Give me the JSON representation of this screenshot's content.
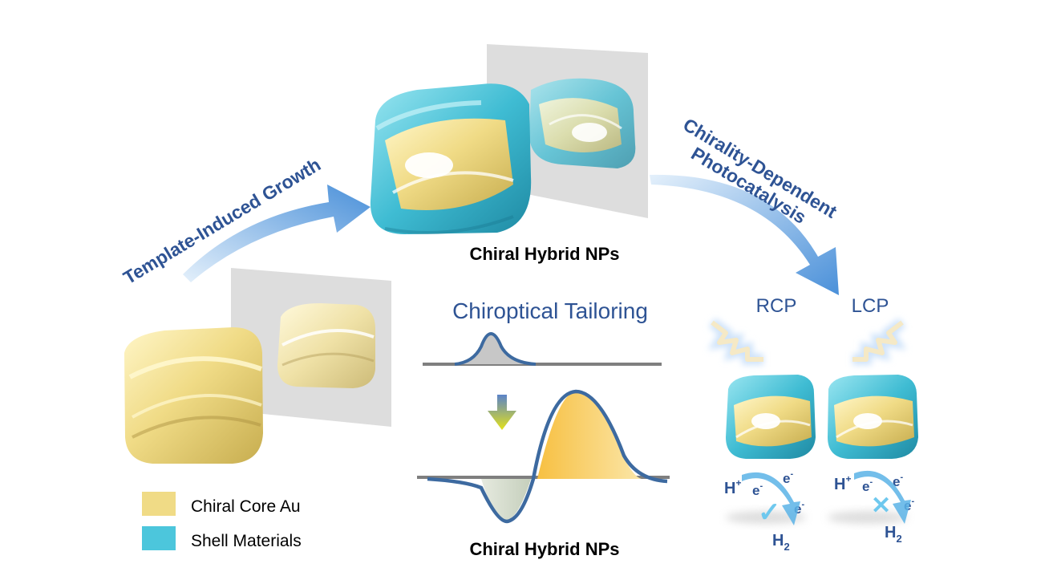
{
  "arrows": {
    "growth": "Template-Induced Growth",
    "photo_line1": "Chirality-Dependent",
    "photo_line2": "Photocatalysis"
  },
  "labels": {
    "hybrid_top": "Chiral  Hybrid NPs",
    "hybrid_bottom": "Chiral  Hybrid NPs",
    "chiroptical": "Chiroptical Tailoring",
    "rcp": "RCP",
    "lcp": "LCP"
  },
  "legend": [
    {
      "label": "Chiral Core Au",
      "color": "#f0db86"
    },
    {
      "label": "Shell Materials",
      "color": "#4cc6dc"
    }
  ],
  "reaction": {
    "hplus": "H",
    "plus_sup": "+",
    "electron": "e",
    "minus_sup": "-",
    "h2": "H",
    "h2_sub": "2",
    "success_mark": "✓",
    "fail_mark": "✕"
  },
  "colors": {
    "core_gold": "#f0db86",
    "shell_cyan": "#4cc6dc",
    "arrow_blue": "#4a90d9",
    "text_blue": "#2e5394",
    "curve_blue": "#3d6aa0",
    "peak_orange": "#f7c042"
  }
}
